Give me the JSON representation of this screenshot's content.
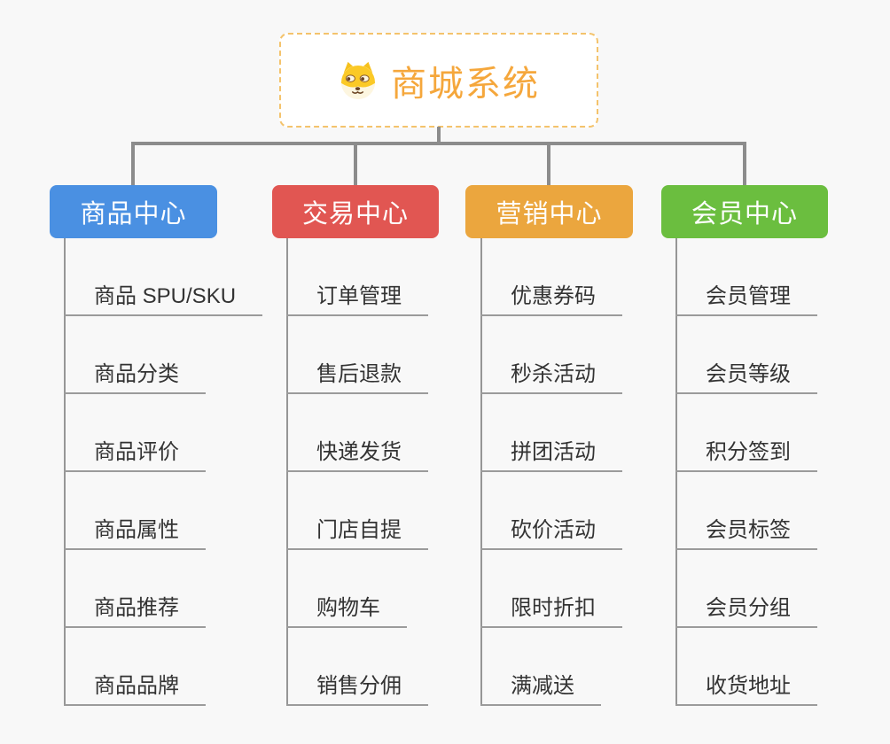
{
  "diagram": {
    "title": "商城系统",
    "background_color": "#f8f8f8",
    "connector_color": "#8c8c8c",
    "underline_color": "#9b9b9b",
    "root": {
      "label": "商城系统",
      "icon": "dog-face-icon",
      "text_color": "#f5a73c",
      "border_color": "#f4c36c"
    }
  },
  "branches": [
    {
      "label": "商品中心",
      "color": "#4a90e2",
      "items": [
        "商品 SPU/SKU",
        "商品分类",
        "商品评价",
        "商品属性",
        "商品推荐",
        "商品品牌"
      ]
    },
    {
      "label": "交易中心",
      "color": "#e15652",
      "items": [
        "订单管理",
        "售后退款",
        "快递发货",
        "门店自提",
        "购物车",
        "销售分佣"
      ]
    },
    {
      "label": "营销中心",
      "color": "#eba63e",
      "items": [
        "优惠券码",
        "秒杀活动",
        "拼团活动",
        "砍价活动",
        "限时折扣",
        "满减送"
      ]
    },
    {
      "label": "会员中心",
      "color": "#6bbe3f",
      "items": [
        "会员管理",
        "会员等级",
        "积分签到",
        "会员标签",
        "会员分组",
        "收货地址"
      ]
    }
  ]
}
